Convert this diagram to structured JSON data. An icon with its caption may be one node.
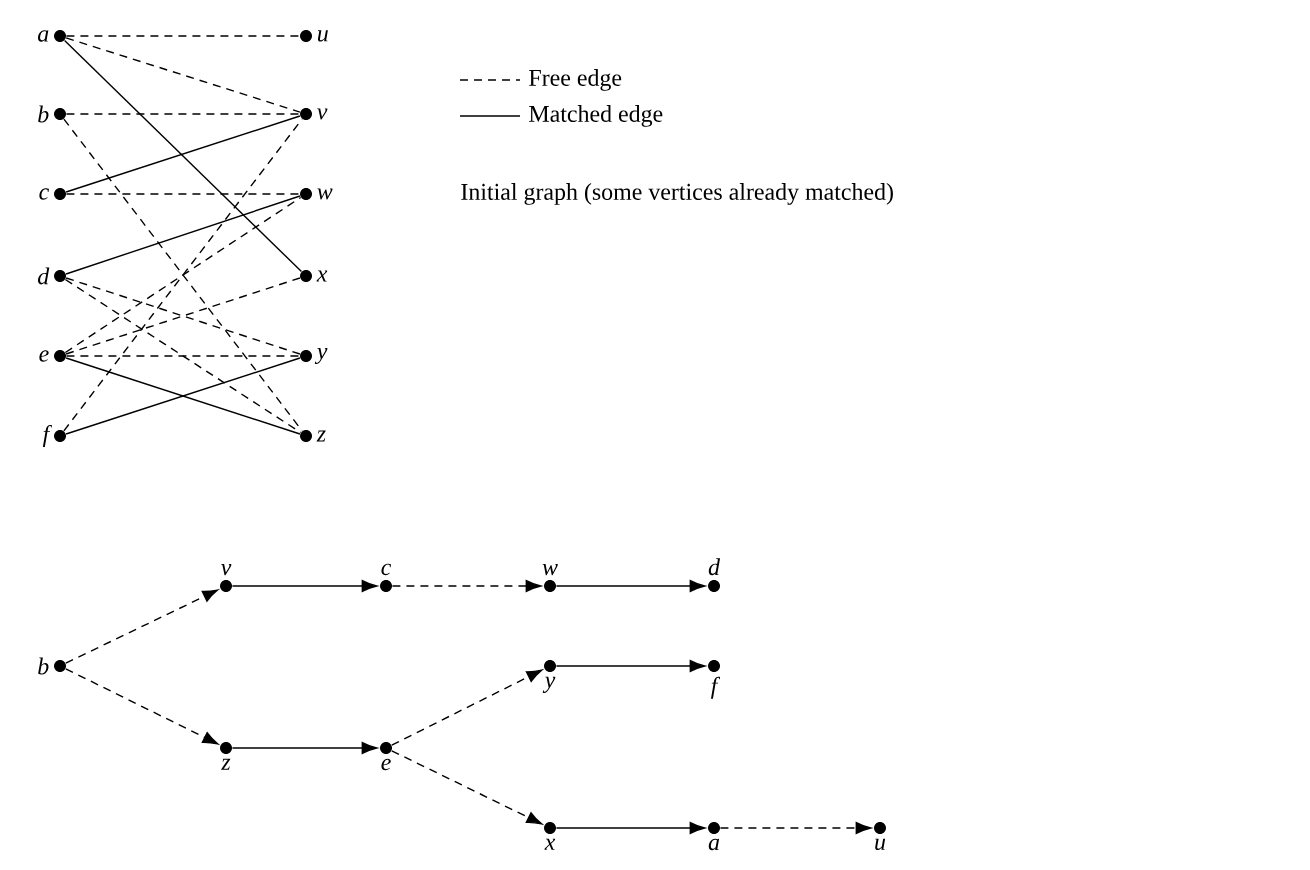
{
  "diagram": {
    "nodes": [
      {
        "text": [
          "a"
        ]
      },
      {
        "text": [
          "b"
        ]
      },
      {
        "text": [
          "c"
        ]
      },
      {
        "text": [
          "d"
        ]
      },
      {
        "text": [
          "e"
        ]
      },
      {
        "text": [
          "f"
        ]
      },
      {
        "text": [
          "u"
        ]
      },
      {
        "text": [
          "v"
        ]
      },
      {
        "text": [
          "w"
        ]
      },
      {
        "text": [
          "x"
        ]
      },
      {
        "text": [
          "y"
        ]
      },
      {
        "text": [
          "z"
        ]
      },
      {
        "text": [
          "b"
        ]
      },
      {
        "text": [
          "v"
        ]
      },
      {
        "text": [
          "c"
        ]
      },
      {
        "text": [
          "w"
        ]
      },
      {
        "text": [
          "d"
        ]
      },
      {
        "text": [
          "y"
        ]
      },
      {
        "text": [
          "f"
        ]
      },
      {
        "text": [
          "z"
        ]
      },
      {
        "text": [
          "e"
        ]
      },
      {
        "text": [
          "x"
        ]
      },
      {
        "text": [
          "a"
        ]
      },
      {
        "text": [
          "u"
        ]
      }
    ],
    "edges": [
      {
        "from": 0,
        "to": 6,
        "arrow": "none",
        "style": "dashed"
      },
      {
        "from": 0,
        "to": 7,
        "arrow": "none",
        "style": "dashed"
      },
      {
        "from": 0,
        "to": 9,
        "arrow": "none"
      },
      {
        "from": 1,
        "to": 7,
        "arrow": "none",
        "style": "dashed"
      },
      {
        "from": 1,
        "to": 11,
        "arrow": "none",
        "style": "dashed"
      },
      {
        "from": 2,
        "to": 7,
        "arrow": "none"
      },
      {
        "from": 2,
        "to": 8,
        "arrow": "none",
        "style": "dashed"
      },
      {
        "from": 3,
        "to": 8,
        "arrow": "none"
      },
      {
        "from": 3,
        "to": 10,
        "arrow": "none",
        "style": "dashed"
      },
      {
        "from": 3,
        "to": 11,
        "arrow": "none",
        "style": "dashed"
      },
      {
        "from": 4,
        "to": 8,
        "arrow": "none",
        "style": "dashed"
      },
      {
        "from": 4,
        "to": 9,
        "arrow": "none",
        "style": "dashed"
      },
      {
        "from": 4,
        "to": 10,
        "arrow": "none",
        "style": "dashed"
      },
      {
        "from": 4,
        "to": 11,
        "arrow": "none"
      },
      {
        "from": 5,
        "to": 7,
        "arrow": "none",
        "style": "dashed"
      },
      {
        "from": 5,
        "to": 10,
        "arrow": "none"
      },
      {
        "from": 12,
        "to": 13,
        "arrow": "to",
        "style": "dashed"
      },
      {
        "from": 13,
        "to": 14,
        "arrow": "to"
      },
      {
        "from": 14,
        "to": 15,
        "arrow": "to",
        "style": "dashed"
      },
      {
        "from": 15,
        "to": 16,
        "arrow": "to"
      },
      {
        "from": 12,
        "to": 19,
        "arrow": "to",
        "style": "dashed"
      },
      {
        "from": 19,
        "to": 20,
        "arrow": "to"
      },
      {
        "from": 20,
        "to": 17,
        "arrow": "to",
        "style": "dashed"
      },
      {
        "from": 17,
        "to": 18,
        "arrow": "to"
      },
      {
        "from": 20,
        "to": 21,
        "arrow": "to",
        "style": "dashed"
      },
      {
        "from": 21,
        "to": 22,
        "arrow": "to"
      },
      {
        "from": 22,
        "to": 23,
        "arrow": "to",
        "style": "dashed"
      }
    ],
    "labels": [
      "Initial graph (some vertices already matched)"
    ],
    "legend": [
      {
        "text": "Free edge"
      },
      {
        "text": "Matched edge"
      }
    ]
  }
}
